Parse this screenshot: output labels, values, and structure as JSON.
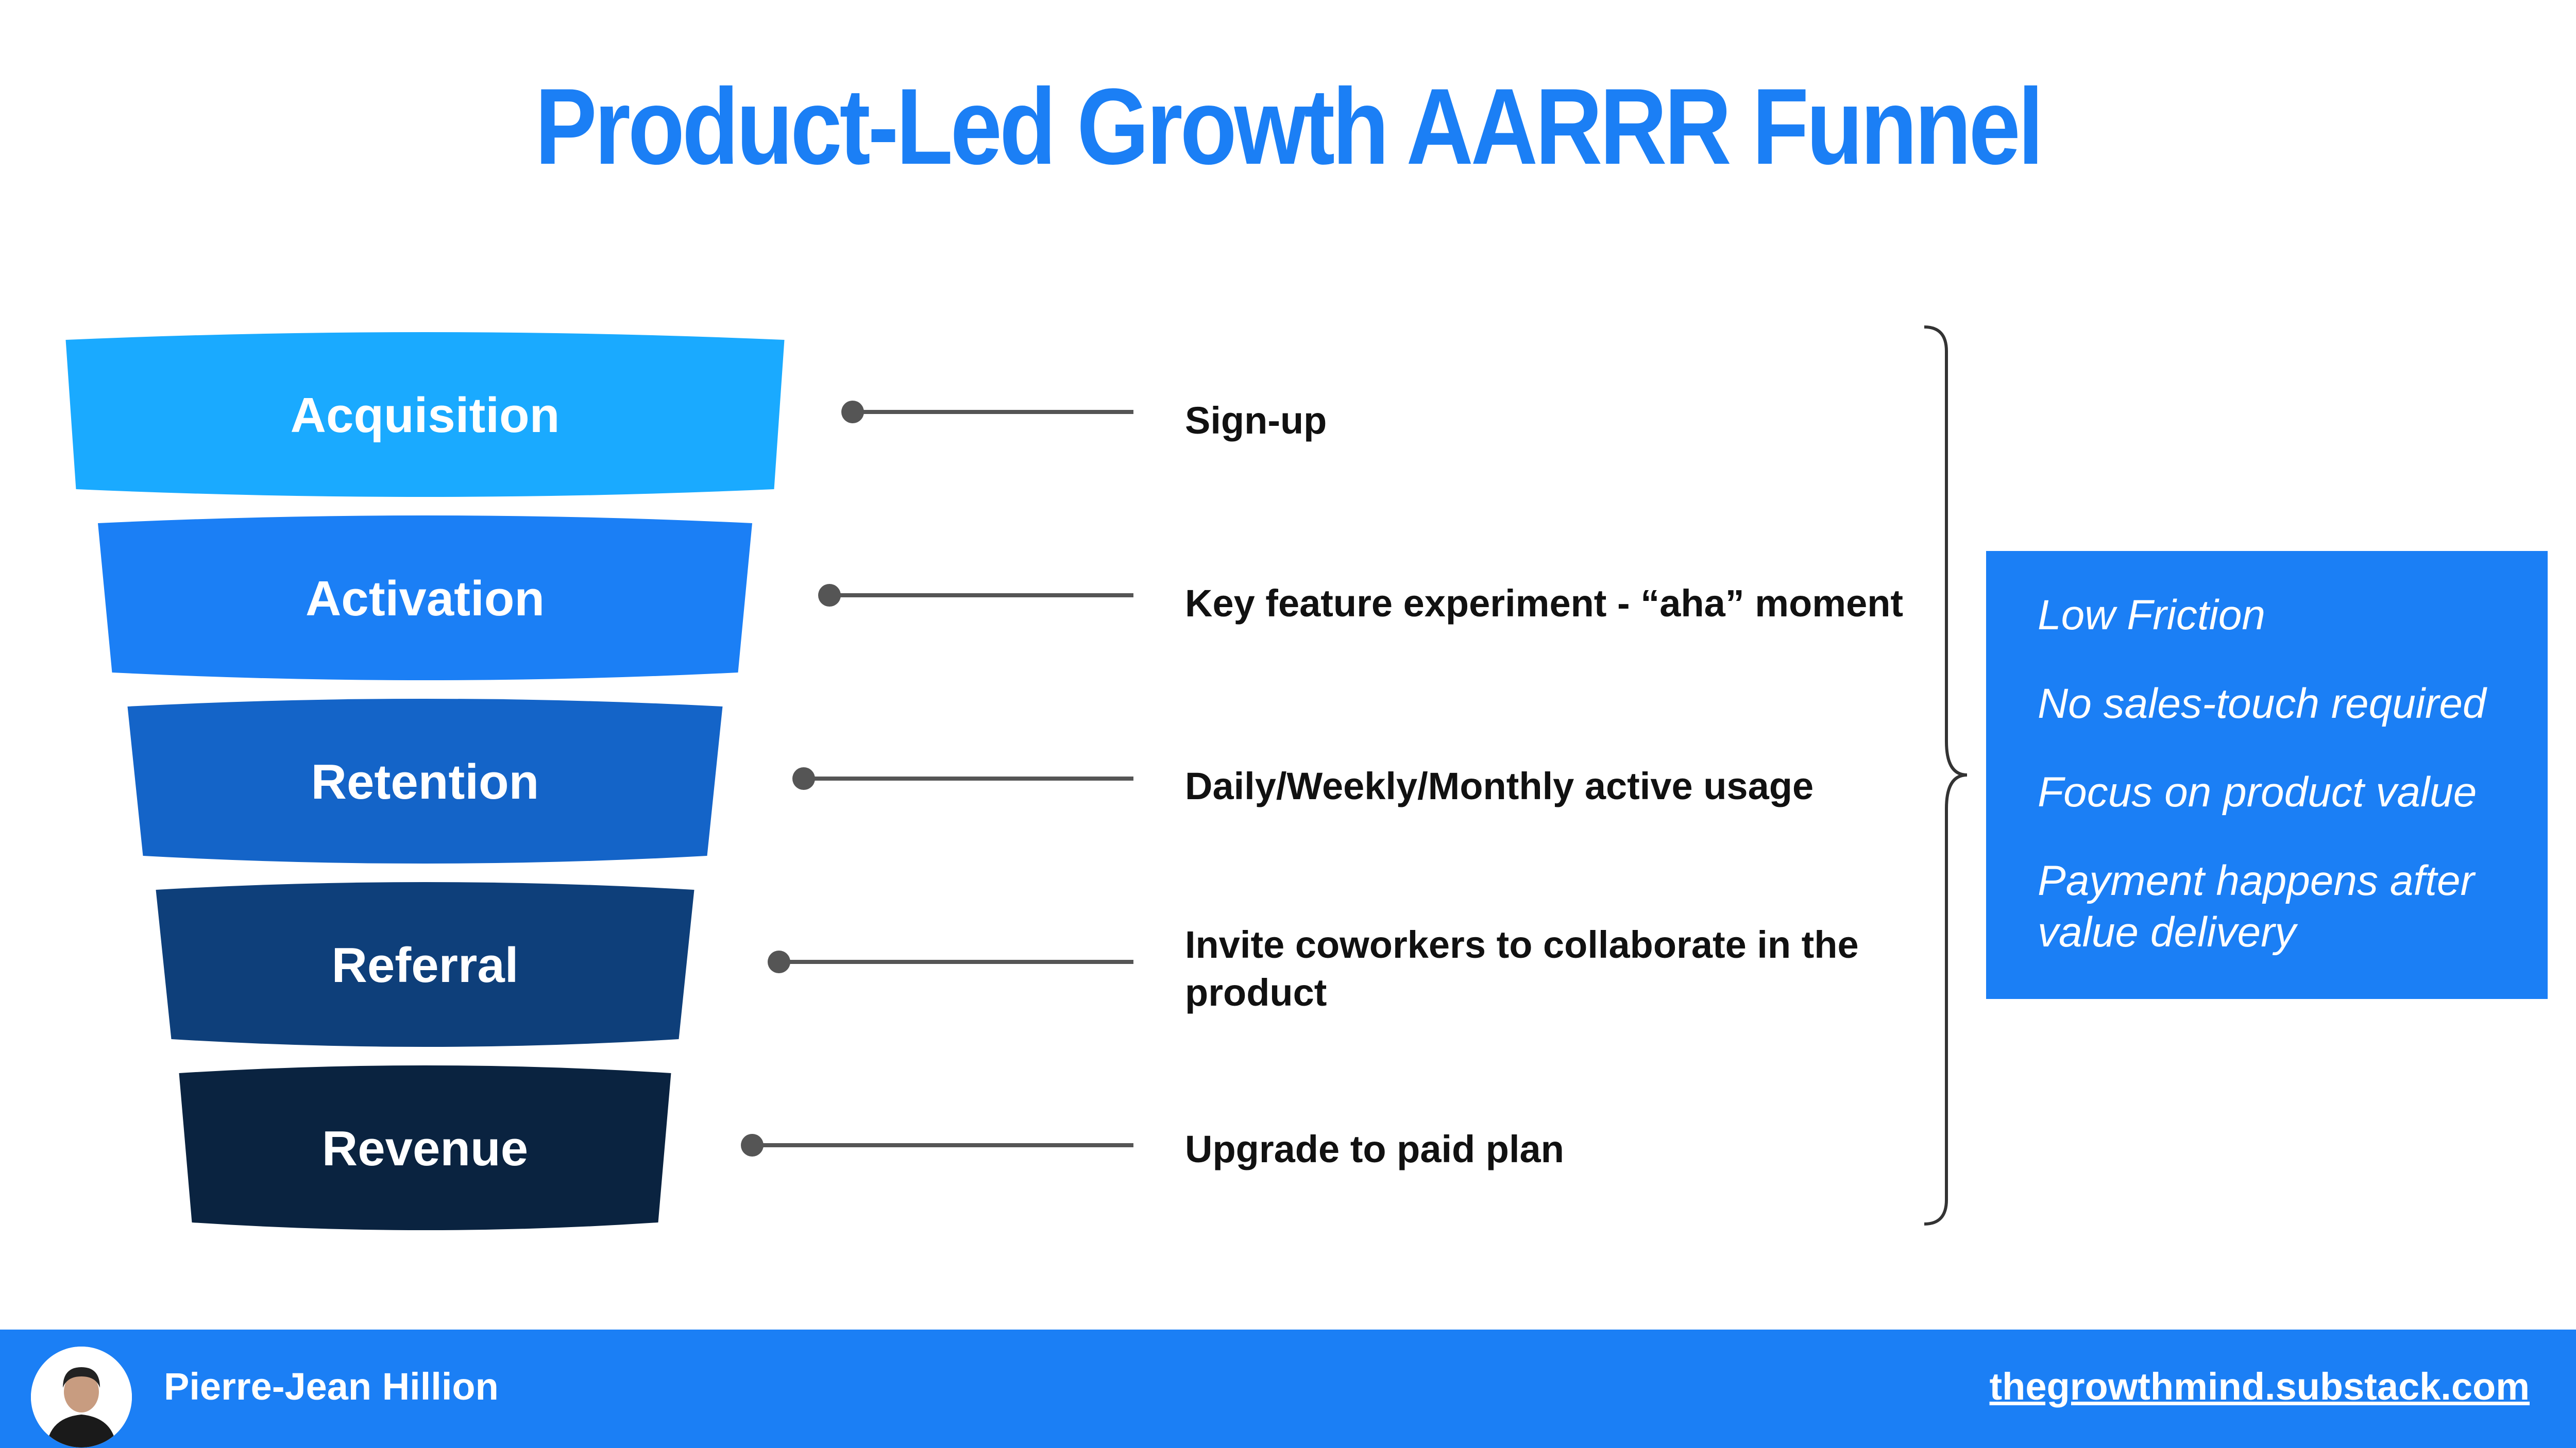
{
  "title": "Product-Led Growth AARRR Funnel",
  "colors": {
    "accent": "#1b7ff5",
    "connector": "#555555",
    "stage_fills": [
      "#1aaaff",
      "#1b7ff5",
      "#1464c8",
      "#0e3f7a",
      "#0a2340"
    ]
  },
  "stages": [
    {
      "label": "Acquisition",
      "description": "Sign-up"
    },
    {
      "label": "Activation",
      "description": "Key feature experiment - “aha” moment"
    },
    {
      "label": "Retention",
      "description": "Daily/Weekly/Monthly active usage"
    },
    {
      "label": "Referral",
      "description": "Invite coworkers to collaborate in the product"
    },
    {
      "label": "Revenue",
      "description": "Upgrade to paid plan"
    }
  ],
  "benefits": [
    "Low Friction",
    "No sales-touch required",
    "Focus on product value",
    "Payment happens after value delivery"
  ],
  "footer": {
    "author": "Pierre-Jean Hillion",
    "website": "thegrowthmind.substack.com"
  }
}
